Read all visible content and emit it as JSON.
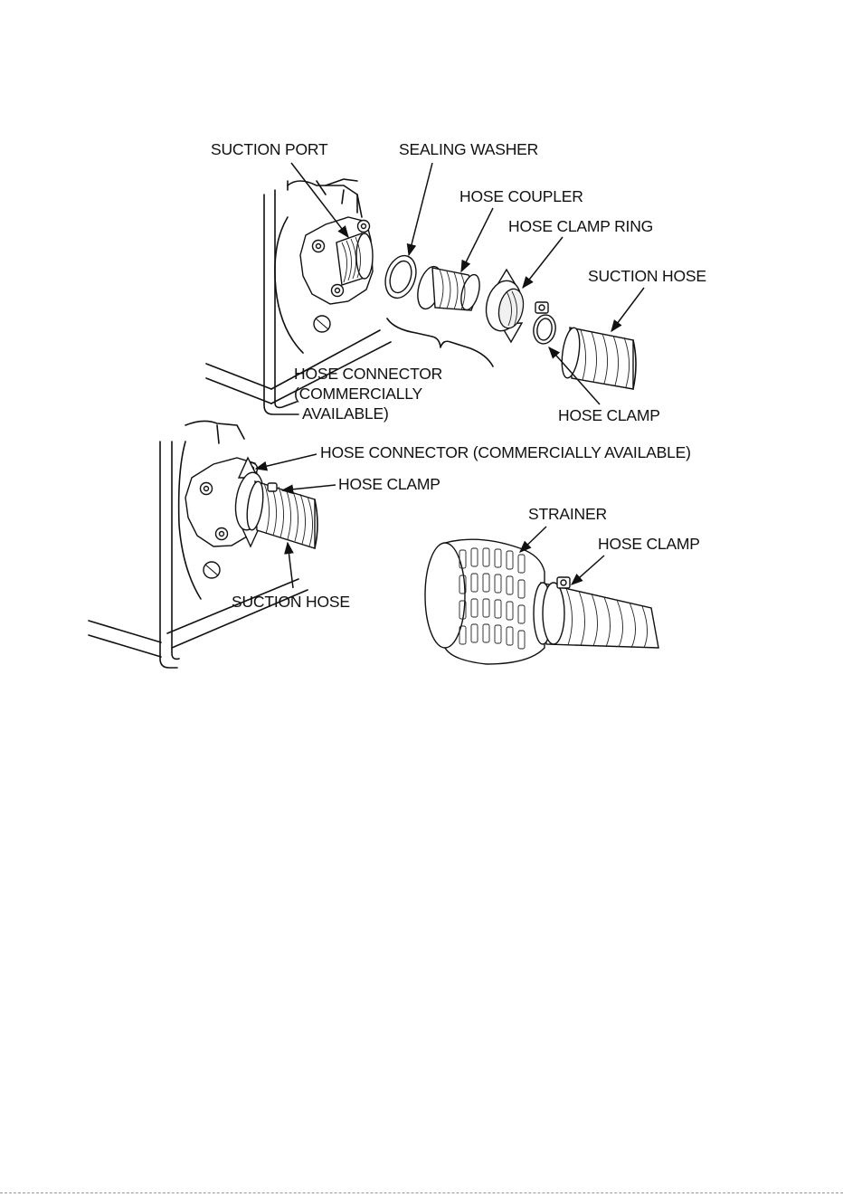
{
  "labels": {
    "suction_port": "SUCTION PORT",
    "sealing_washer": "SEALING WASHER",
    "hose_coupler": "HOSE COUPLER",
    "hose_clamp_ring": "HOSE CLAMP RING",
    "suction_hose_top": "SUCTION HOSE",
    "hose_connector_l1": "HOSE CONNECTOR",
    "hose_connector_l2": "(COMMERCIALLY",
    "hose_connector_l3": "AVAILABLE)",
    "hose_clamp_top": "HOSE CLAMP",
    "hose_connector_full": "HOSE CONNECTOR (COMMERCIALLY AVAILABLE)",
    "hose_clamp_mid": "HOSE CLAMP",
    "suction_hose_bottom": "SUCTION HOSE",
    "strainer": "STRAINER",
    "hose_clamp_strainer": "HOSE CLAMP"
  },
  "colors": {
    "line": "#111111",
    "background": "#ffffff"
  }
}
